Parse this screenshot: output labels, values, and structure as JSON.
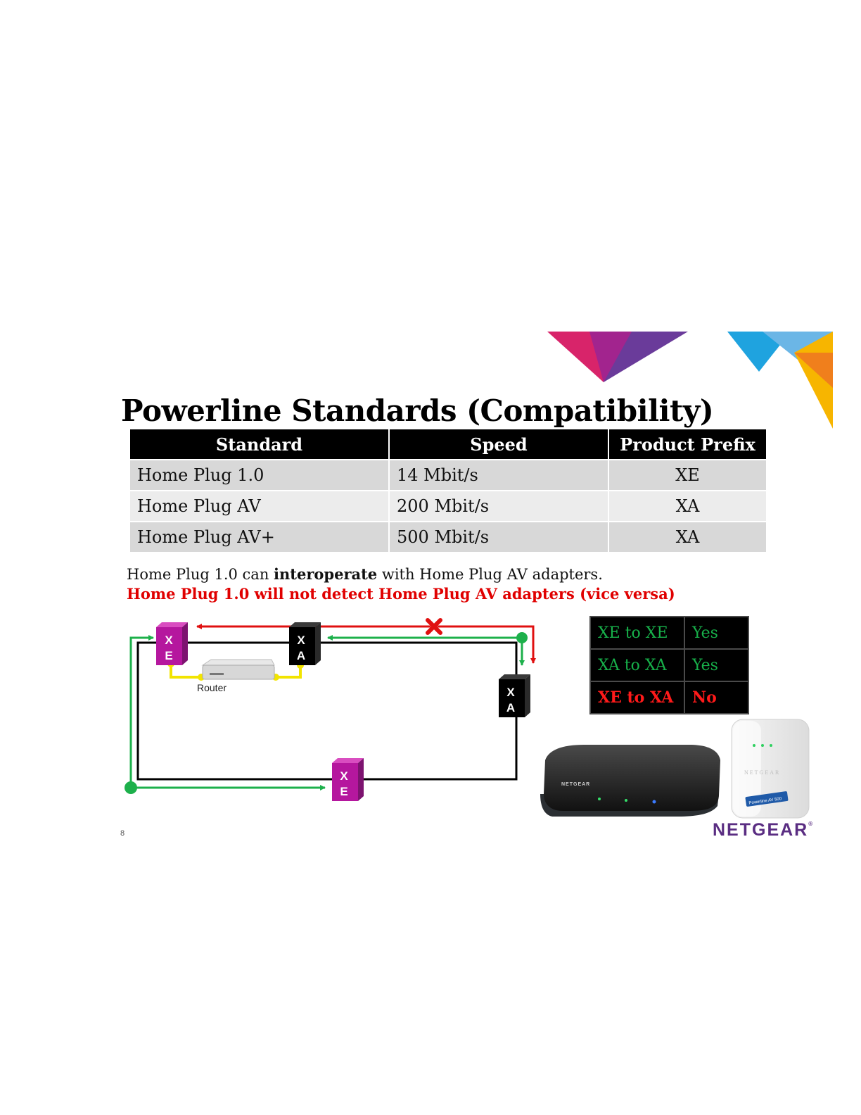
{
  "title": "Powerline Standards (Compatibility)",
  "standards_table": {
    "headers": [
      "Standard",
      "Speed",
      "Product Prefix"
    ],
    "rows": [
      {
        "standard": "Home Plug 1.0",
        "speed": "14 Mbit/s",
        "prefix": "XE"
      },
      {
        "standard": "Home Plug AV",
        "speed": "200 Mbit/s",
        "prefix": "XA"
      },
      {
        "standard": "Home Plug AV+",
        "speed": "500 Mbit/s",
        "prefix": "XA"
      }
    ]
  },
  "notes": {
    "line1_pre": "Home Plug 1.0 can ",
    "line1_bold": "interoperate",
    "line1_post": " with Home Plug AV adapters.",
    "line2": "Home Plug 1.0 will not detect Home Plug AV adapters (vice versa)"
  },
  "compat_matrix": [
    {
      "pair": "XE to XE",
      "result": "Yes",
      "status": "ok"
    },
    {
      "pair": "XA to XA",
      "result": "Yes",
      "status": "ok"
    },
    {
      "pair": "XE to XA",
      "result": "No",
      "status": "bad"
    }
  ],
  "diagram": {
    "router_label": "Router",
    "adapters": [
      {
        "top": "X",
        "bottom": "E",
        "type": "xe"
      },
      {
        "top": "X",
        "bottom": "A",
        "type": "xa"
      },
      {
        "top": "X",
        "bottom": "A",
        "type": "xa"
      },
      {
        "top": "X",
        "bottom": "E",
        "type": "xe"
      }
    ],
    "colors": {
      "xe": "#b5179e",
      "xa": "#000000",
      "compatible_link": "#1db04b",
      "incompatible_link": "#e01010",
      "ethernet": "#f2e400"
    }
  },
  "devices": {
    "router_brand": "NETGEAR",
    "adapter_brand": "NETGEAR",
    "adapter_badge": "Powerline AV 500"
  },
  "slide_number": "8",
  "brand": {
    "name": "NETGEAR",
    "mark": "®"
  },
  "colors": {
    "brand_purple": "#5a2d82",
    "alert_red": "#e00000"
  }
}
